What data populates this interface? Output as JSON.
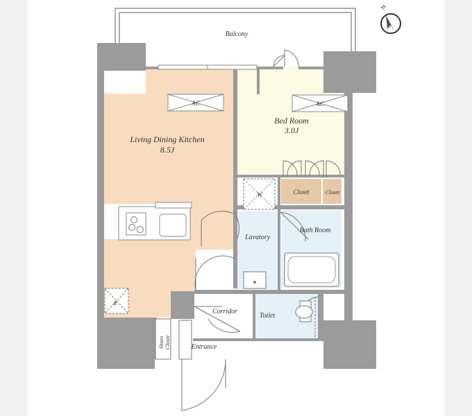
{
  "rooms": {
    "balcony": "Balcony",
    "ldk": "Living Dining Kitchen",
    "ldk_size": "8.5J",
    "bedroom": "Bed Room",
    "bedroom_size": "3.0J",
    "closet_large": "Closet",
    "closet_small": "Closet",
    "lavatory": "Lavatory",
    "bathroom": "Bath Room",
    "corridor": "Corridor",
    "toilet": "Toilet",
    "entrance": "Entrance",
    "shoes_closet_line1": "Shoes",
    "shoes_closet_line2": "Closet"
  },
  "fixtures": {
    "ac_ldk": "AC",
    "ac_bedroom": "AC",
    "washer": "W",
    "fridge": "R"
  },
  "compass": {
    "letter": "N"
  },
  "colors": {
    "ldk": "#f9dcbf",
    "bedroom": "#fdfbe3",
    "closet_large": "#e6c9a6",
    "closet_small": "#e6c9a6",
    "wet_areas": "#e5f1f8",
    "walls": "#9b9b9b"
  }
}
